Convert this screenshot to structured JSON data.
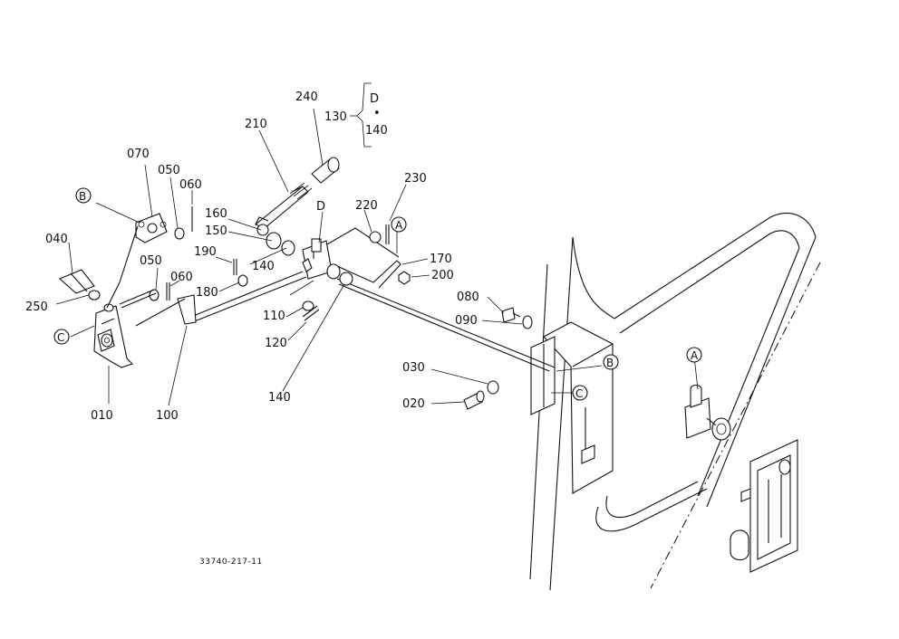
{
  "callouts": {
    "p010": "010",
    "p020": "020",
    "p030": "030",
    "p040": "040",
    "p050a": "050",
    "p050b": "050",
    "p060a": "060",
    "p060b": "060",
    "p070": "070",
    "p080": "080",
    "p090": "090",
    "p100": "100",
    "p110": "110",
    "p120": "120",
    "p140a": "140",
    "p140b": "140",
    "p150": "150",
    "p160": "160",
    "p170": "170",
    "p180": "180",
    "p190": "190",
    "p200": "200",
    "p210": "210",
    "p220": "220",
    "p230": "230",
    "p240": "240",
    "p250": "250"
  },
  "set_group": {
    "label": "130",
    "top": "D",
    "bottom": "140",
    "dot": "•"
  },
  "refs": {
    "A": "A",
    "B": "B",
    "C": "C",
    "D": "D"
  },
  "drawing_number": "33740-217-11"
}
